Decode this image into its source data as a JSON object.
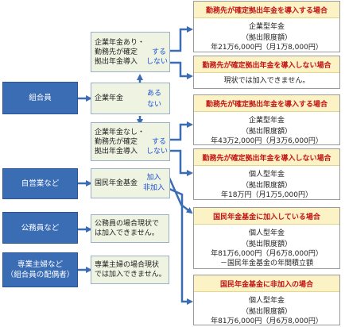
{
  "categories": {
    "member": "組合員",
    "self_employed": "自営業など",
    "civil_servant": "公務員など",
    "housewife_line1": "専業主婦など",
    "housewife_line2": "（組合員の配偶者）"
  },
  "branches": {
    "corp_pension": "企業年金",
    "corp_yes": "ある",
    "corp_no": "ない",
    "with_corp_line1": "企業年金あり・",
    "with_corp_line2": "勤務先が確定",
    "with_corp_line3": "拠出年金導入",
    "without_corp_line1": "企業年金なし・",
    "without_corp_line2": "勤務先が確定",
    "without_corp_line3": "拠出年金導入",
    "does": "する",
    "does_not": "しない",
    "national_fund": "国民年金基金",
    "joined": "加入",
    "not_joined": "非加入",
    "civil_note_line1": "公務員の場合現状で",
    "civil_note_line2": "は加入できません。",
    "housewife_note_line1": "専業主婦の場合現状",
    "housewife_note_line2": "では加入できません。"
  },
  "results": [
    {
      "header": "勤務先が確定拠出年金を導入する場合",
      "lines": [
        "企業型年金",
        "（拠出限度額）",
        "年21万6,000円（月1万8,000円）"
      ]
    },
    {
      "header": "勤務先が確定拠出年金を導入しない場合",
      "lines": [
        "現状では加入できません。"
      ]
    },
    {
      "header": "勤務先が確定拠出年金を導入する場合",
      "lines": [
        "企業型年金",
        "（拠出限度額）",
        "年43万2,000円（月3万6,000円）"
      ]
    },
    {
      "header": "勤務先が確定拠出年金を導入しない場合",
      "lines": [
        "個人型年金",
        "（拠出限度額）",
        "年18万円（月1万5,000円）"
      ]
    },
    {
      "header": "国民年金基金に加入している場合",
      "lines": [
        "個人型年金",
        "（拠出限度額）",
        "年81万6,000円（月6万8,000円）",
        "－国民年金基金の年間積立額"
      ]
    },
    {
      "header": "国民年金基金に非加入の場合",
      "lines": [
        "個人型年金",
        "（拠出限度額）",
        "年81万6,000円（月6万8,000円）"
      ]
    }
  ],
  "colors": {
    "category_bg": "#3b6db4",
    "branch_bg": "#eef3e2",
    "header_bg": "#fbf3c6",
    "header_text": "#c31515",
    "option_text": "#1d4fd6",
    "arrow": "#3b6db4"
  }
}
